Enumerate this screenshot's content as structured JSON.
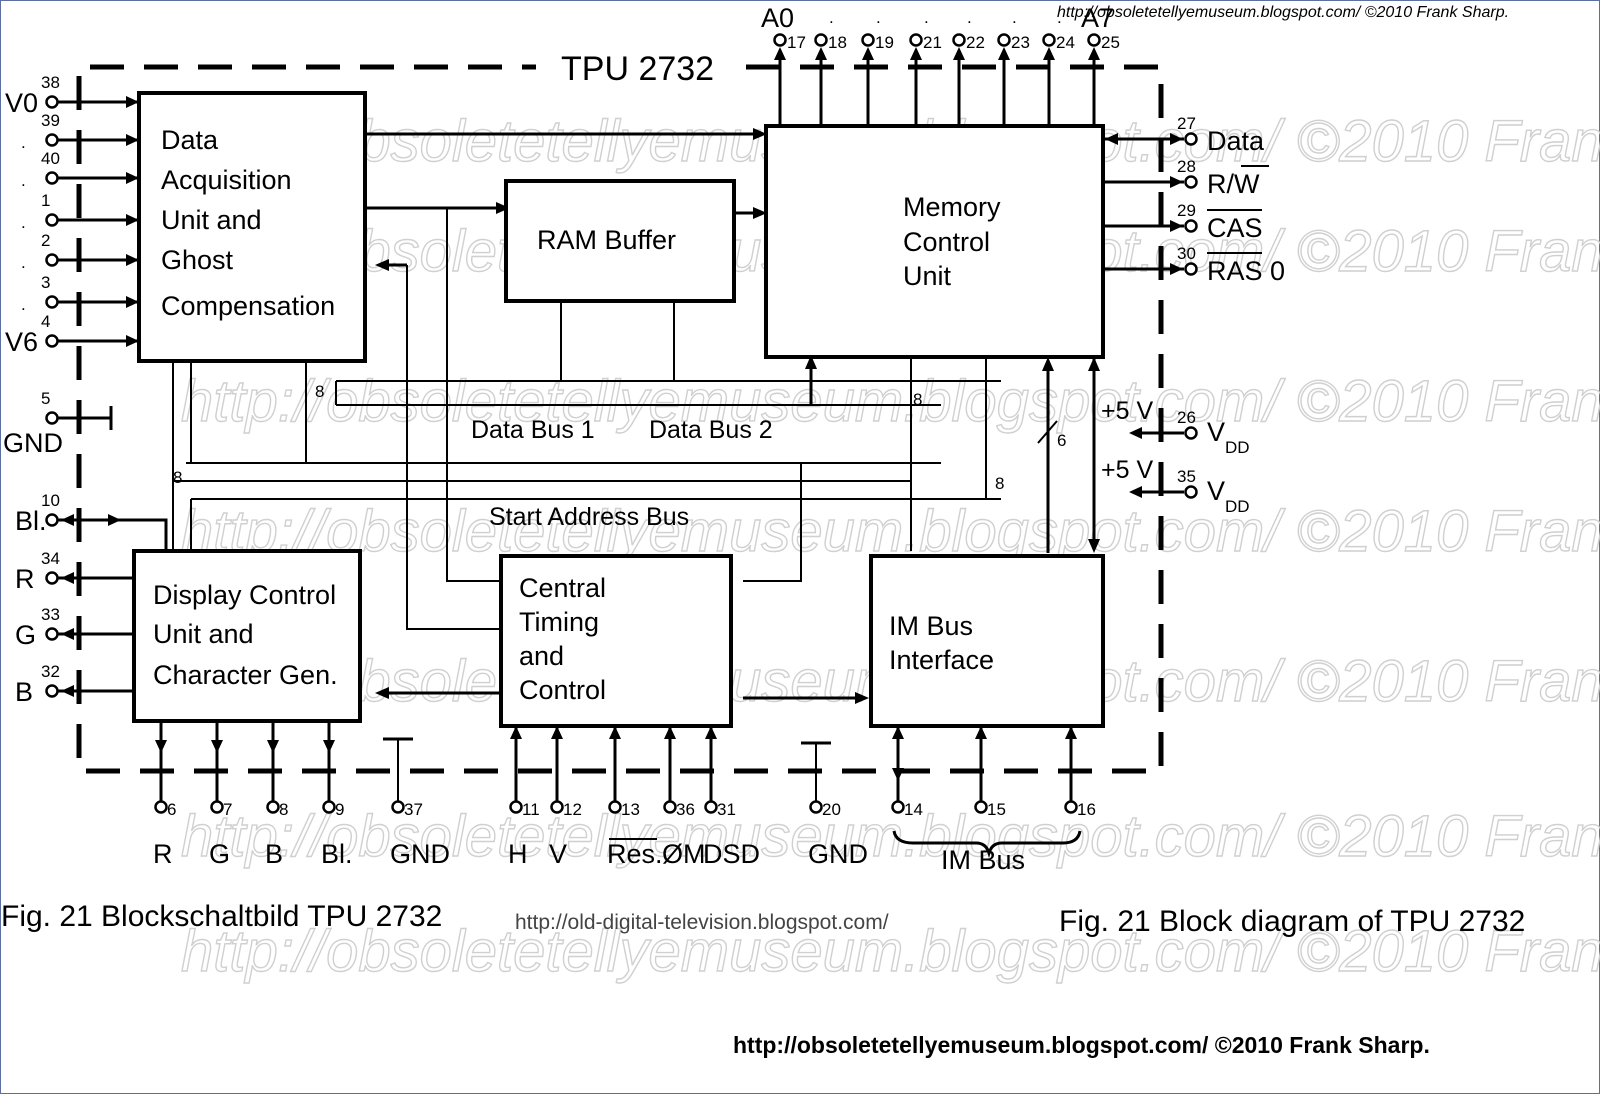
{
  "credit_top": "http://obsoletetellyemuseum.blogspot.com/   ©2010 Frank Sharp.",
  "watermark": "http://obsoletetellyemuseum.blogspot.com/   ©2010 Frank Sharp.",
  "chip_title": "TPU 2732",
  "blocks": {
    "acquisition": [
      "Data",
      "Acquisition",
      "Unit  and",
      "Ghost",
      "Compensation"
    ],
    "ram": [
      "RAM Buffer"
    ],
    "memory": [
      "Memory",
      "Control",
      "Unit"
    ],
    "display": [
      "Display Control",
      "Unit and",
      "Character Gen."
    ],
    "timing": [
      "Central",
      "Timing",
      "and",
      "Control"
    ],
    "imbus": [
      "IM Bus",
      "Interface"
    ]
  },
  "buses": {
    "data_bus_1": "Data Bus 1",
    "data_bus_2": "Data Bus 2",
    "start_address_bus": "Start Address Bus",
    "width_8": "8",
    "width_6": "6"
  },
  "left_pins": [
    {
      "num": "38",
      "label": "V0"
    },
    {
      "num": "39",
      "label": "."
    },
    {
      "num": "40",
      "label": "."
    },
    {
      "num": "1",
      "label": "."
    },
    {
      "num": "2",
      "label": "."
    },
    {
      "num": "3",
      "label": "."
    },
    {
      "num": "4",
      "label": "V6"
    },
    {
      "num": "5",
      "label": "GND"
    },
    {
      "num": "10",
      "label": "Bl."
    },
    {
      "num": "34",
      "label": "R"
    },
    {
      "num": "33",
      "label": "G"
    },
    {
      "num": "32",
      "label": "B"
    }
  ],
  "top_pins": {
    "first_label": "A0",
    "last_label": "A7",
    "nums": [
      "17",
      "18",
      "19",
      "21",
      "22",
      "23",
      "24",
      "25"
    ]
  },
  "right_pins": [
    {
      "num": "27",
      "label": "Data"
    },
    {
      "num": "28",
      "label": "R/W"
    },
    {
      "num": "29",
      "label": "CAS"
    },
    {
      "num": "30",
      "label": "RAS 0"
    }
  ],
  "supply": [
    {
      "num": "26",
      "volt": "+5 V",
      "label": "V",
      "sub": "DD"
    },
    {
      "num": "35",
      "volt": "+5 V",
      "label": "V",
      "sub": "DD"
    }
  ],
  "bottom_pins": [
    {
      "num": "6",
      "label": "R"
    },
    {
      "num": "7",
      "label": "G"
    },
    {
      "num": "8",
      "label": "B"
    },
    {
      "num": "9",
      "label": "Bl."
    },
    {
      "num": "37",
      "label": "GND"
    },
    {
      "num": "11",
      "label": "H"
    },
    {
      "num": "12",
      "label": "V"
    },
    {
      "num": "13",
      "label": "Res."
    },
    {
      "num": "36",
      "label": "ØM"
    },
    {
      "num": "31",
      "label": "DSD"
    },
    {
      "num": "20",
      "label": "GND"
    },
    {
      "num": "14",
      "label": ""
    },
    {
      "num": "15",
      "label": ""
    },
    {
      "num": "16",
      "label": ""
    }
  ],
  "im_bus_label": "IM Bus",
  "caption_de": "Fig. 21 Blockschaltbild TPU 2732",
  "caption_url": "http://old-digital-television.blogspot.com/",
  "caption_en": "Fig. 21 Block diagram of TPU 2732",
  "footer": "http://obsoletetellyemuseum.blogspot.com/   ©2010 Frank Sharp."
}
